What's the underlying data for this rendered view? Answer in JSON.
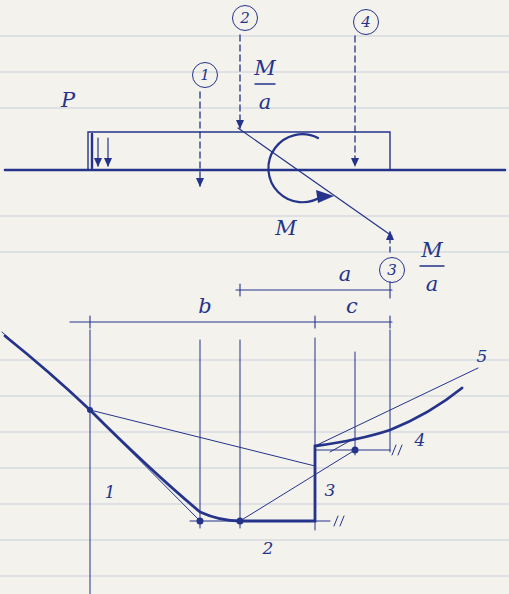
{
  "diagram": {
    "nodes": [
      {
        "text": [
          "1"
        ]
      },
      {
        "text": [
          "2"
        ]
      },
      {
        "text": [
          "3"
        ]
      },
      {
        "text": [
          "4"
        ]
      }
    ],
    "labels": [
      "P",
      "M",
      "a",
      "M",
      "M",
      "a",
      "a",
      "b",
      "c",
      "1",
      "2",
      "3",
      "4",
      "5"
    ]
  }
}
